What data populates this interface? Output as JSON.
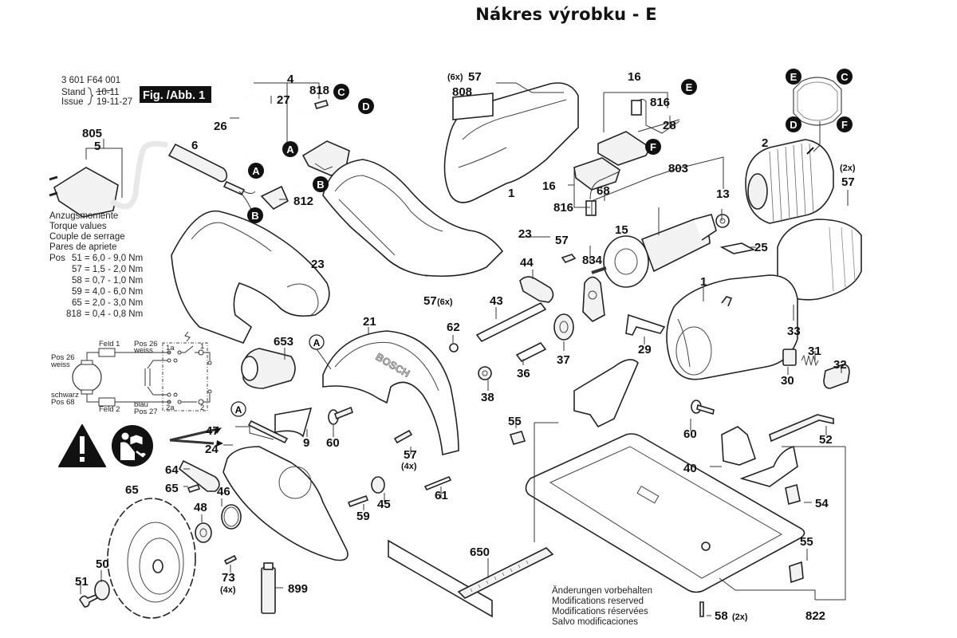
{
  "title": "Nákres výrobku - E",
  "header": {
    "part_number": "3 601 F64 001",
    "stand_label": "Stand",
    "issue_label": "Issue",
    "stand_old": "10-11",
    "issue_date": "19-11-27",
    "figure_label": "Fig. /Abb. 1"
  },
  "torque": {
    "lines": [
      "Anzugsmomente",
      "Torque values",
      "Couple de serrage",
      "Pares de apriete"
    ],
    "prefix": "Pos",
    "values": [
      {
        "pos": "51",
        "range": "= 6,0 - 9,0 Nm"
      },
      {
        "pos": "57",
        "range": "= 1,5 - 2,0 Nm"
      },
      {
        "pos": "58",
        "range": "= 0,7 - 1,0 Nm"
      },
      {
        "pos": "59",
        "range": "= 4,0 - 6,0 Nm"
      },
      {
        "pos": "65",
        "range": "= 2,0 - 3,0 Nm"
      },
      {
        "pos": "818",
        "range": "= 0,4 - 0,8 Nm"
      }
    ]
  },
  "wiring": {
    "feld1": "Feld 1",
    "feld2": "Feld 2",
    "pos26_left": "Pos 26",
    "weiss_left": "weiss",
    "pos26_right": "Pos 26",
    "weiss_right": "weiss",
    "schwarz": "schwarz",
    "pos68": "Pos 68",
    "blau": "blau",
    "pos27": "Pos 27",
    "t1a": "1a",
    "t1": "1",
    "t2a": "2a",
    "t2": "2"
  },
  "connectors": [
    "A",
    "B",
    "C",
    "D",
    "E",
    "F"
  ],
  "parts": {
    "p805": "805",
    "p5": "5",
    "p6": "6",
    "p26": "26",
    "p27": "27",
    "p4": "4",
    "p818": "818",
    "p812": "812",
    "p23a": "23",
    "p23b": "23",
    "p57_6x_top": "57",
    "x6_top": "(6x)",
    "p808": "808",
    "p1a": "1",
    "p16a": "16",
    "p816a": "816",
    "p28": "28",
    "p16b": "16",
    "p816b": "816",
    "p68": "68",
    "p803": "803",
    "p13": "13",
    "p2": "2",
    "p57_2x": "57",
    "x2": "(2x)",
    "p15": "15",
    "p25": "25",
    "p57_mid": "57",
    "p834": "834",
    "p44": "44",
    "p43": "43",
    "p57_6x_bot": "57",
    "x6_bot": "(6x)",
    "p1b": "1",
    "p33": "33",
    "p62": "62",
    "p21": "21",
    "p653": "653",
    "p29": "29",
    "p37": "37",
    "p36": "36",
    "p38": "38",
    "p31": "31",
    "p32": "32",
    "p30": "30",
    "p9": "9",
    "p60a": "60",
    "p47": "47",
    "p24": "24",
    "p55a": "55",
    "p57_4x": "57",
    "x4": "(4x)",
    "p60b": "60",
    "p52": "52",
    "p64": "64",
    "p65a": "65",
    "p46": "46",
    "p40": "40",
    "p65b": "65",
    "p48": "48",
    "p59": "59",
    "p45": "45",
    "p61": "61",
    "p54": "54",
    "p50": "50",
    "p51": "51",
    "p73": "73",
    "x4b": "(4x)",
    "p899": "899",
    "p650": "650",
    "p55b": "55",
    "p58": "58",
    "x2b": "(2x)",
    "p822": "822"
  },
  "notice": {
    "lines": [
      "Änderungen vorbehalten",
      "Modifications reserved",
      "Modifications réservées",
      "Salvo modificaciones"
    ]
  },
  "guard_brand": "BOSCH",
  "icons": [
    "warning-triangle-icon",
    "read-manual-icon"
  ]
}
